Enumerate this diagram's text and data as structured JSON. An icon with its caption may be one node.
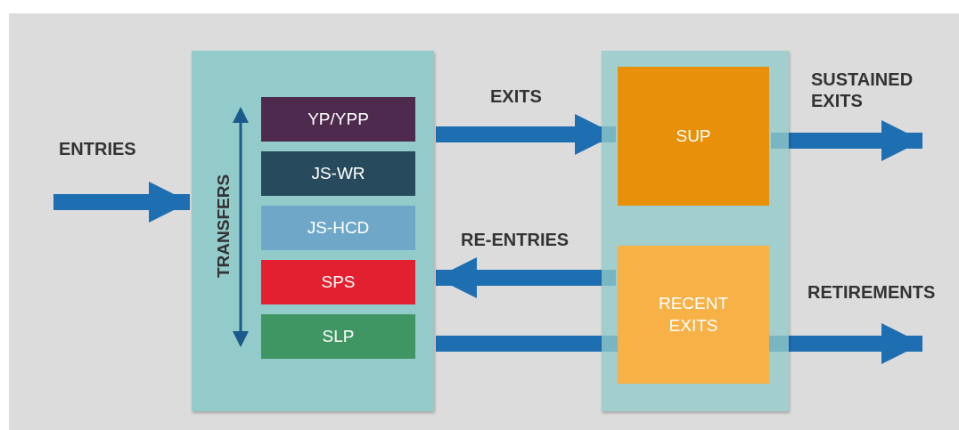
{
  "diagram": {
    "nodes": [
      {
        "text": [],
        "shape": "box"
      },
      {
        "text": [
          "YP/YPP"
        ],
        "in": 0
      },
      {
        "text": [
          "JS-WR"
        ],
        "in": 0
      },
      {
        "text": [
          "JS-HCD"
        ],
        "in": 0
      },
      {
        "text": [
          "SPS"
        ],
        "in": 0
      },
      {
        "text": [
          "SLP"
        ],
        "in": 0
      },
      {
        "text": [],
        "shape": "box"
      },
      {
        "text": [
          "SUP"
        ],
        "in": 6
      },
      {
        "text": [
          "RECENT EXITS"
        ],
        "in": 6
      }
    ],
    "edges": [
      {
        "from": null,
        "to": 0,
        "arrow": "to",
        "label": "ENTRIES"
      },
      {
        "from": 0,
        "to": 7,
        "arrow": "to",
        "label": "EXITS"
      },
      {
        "from": 7,
        "to": null,
        "arrow": "to",
        "label": "SUSTAINED EXITS"
      },
      {
        "from": 8,
        "to": 0,
        "arrow": "to",
        "label": "RE-ENTRIES"
      },
      {
        "from": 0,
        "to": null,
        "arrow": "to",
        "label": "RETIREMENTS"
      },
      {
        "from": 1,
        "to": 5,
        "arrow": "both",
        "label": "TRANSFERS"
      }
    ]
  }
}
